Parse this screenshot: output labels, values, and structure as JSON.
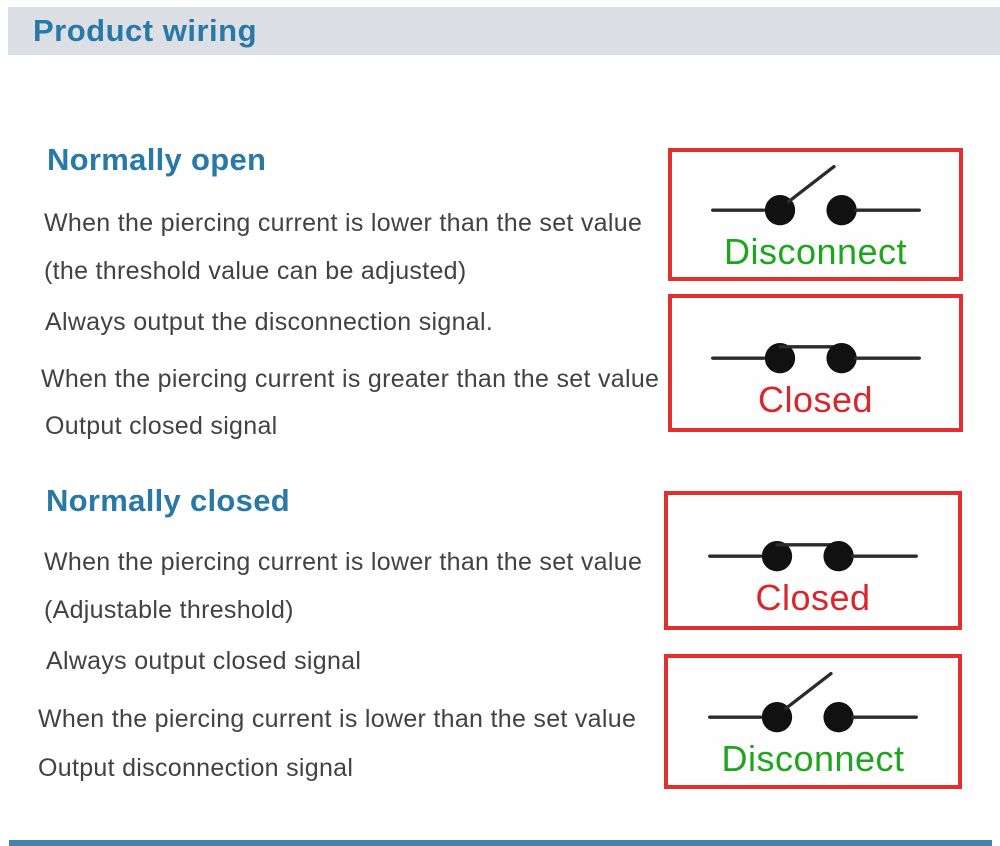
{
  "header": {
    "title": "Product wiring"
  },
  "sections": [
    {
      "heading": "Normally open",
      "lines": [
        "When the piercing current is lower than the set value",
        "(the threshold value can be adjusted)",
        "Always output the disconnection signal.",
        "When the piercing current is greater than the set value",
        "Output closed signal"
      ]
    },
    {
      "heading": "Normally closed",
      "lines": [
        "When the piercing current is lower than the set value",
        "(Adjustable threshold)",
        "Always output closed signal",
        "When the piercing current is lower than the set value",
        "Output disconnection signal"
      ]
    }
  ],
  "diagrams": [
    {
      "state": "open",
      "label": "Disconnect",
      "label_color": "#1ea51e"
    },
    {
      "state": "closed",
      "label": "Closed",
      "label_color": "#d9262c"
    },
    {
      "state": "closed",
      "label": "Closed",
      "label_color": "#d9262c"
    },
    {
      "state": "open",
      "label": "Disconnect",
      "label_color": "#1ea51e"
    }
  ],
  "colors": {
    "header_bg": "#dcdfe4",
    "heading_blue": "#2879a8",
    "body_text": "#424242",
    "box_border_red": "#e23030",
    "label_green": "#1ea51e",
    "label_red": "#d9262c",
    "switch_black": "#111111",
    "bottom_bar_blue": "#4183a9"
  }
}
